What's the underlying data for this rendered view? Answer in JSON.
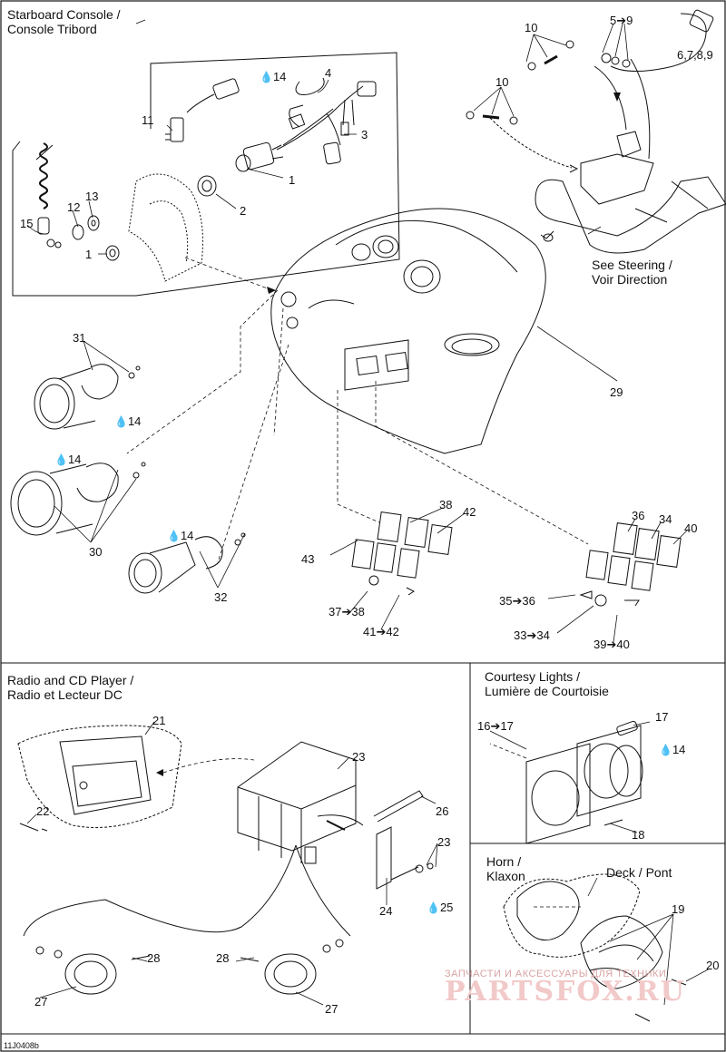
{
  "sections": {
    "starboard_console": "Starboard Console /",
    "starboard_console_fr": "Console Tribord",
    "see_steering": "See  Steering /",
    "see_steering_fr": "Voir Direction",
    "radio": "Radio and CD Player /",
    "radio_fr": "Radio et Lecteur DC",
    "courtesy": "Courtesy Lights /",
    "courtesy_fr": "Lumière de Courtoisie",
    "horn": "Horn /",
    "horn_fr": "Klaxon",
    "deck": "Deck / Pont"
  },
  "callouts": {
    "c14a": "14",
    "c4": "4",
    "c11": "11",
    "c3": "3",
    "c1a": "1",
    "c2": "2",
    "c15": "15",
    "c12": "12",
    "c13": "13",
    "c1b": "1",
    "c10a": "10",
    "c59": "5➔9",
    "c6789": "6,7,8,9",
    "c10b": "10",
    "c31": "31",
    "c14b": "14",
    "c14c": "14",
    "c30": "30",
    "c14d": "14",
    "c32": "32",
    "c29": "29",
    "c38": "38",
    "c42": "42",
    "c43": "43",
    "c3738": "37➔38",
    "c4142": "41➔42",
    "c36": "36",
    "c34": "34",
    "c40": "40",
    "c3536": "35➔36",
    "c3334": "33➔34",
    "c3940": "39➔40",
    "c21": "21",
    "c22": "22",
    "c23a": "23",
    "c26": "26",
    "c23b": "23",
    "c24": "24",
    "c25": "25",
    "c28a": "28",
    "c27a": "27",
    "c28b": "28",
    "c27b": "27",
    "c1617": "16➔17",
    "c17": "17",
    "c14e": "14",
    "c18": "18",
    "c19": "19",
    "c20": "20"
  },
  "icons": {
    "drop": "drop-icon"
  },
  "watermark": {
    "line1": "ЗАПЧАСТИ И АКСЕССУАРЫ ДЛЯ ТЕХНИКИ",
    "brand": "PARTSFOX.RU",
    "color": "#e8a0a0"
  },
  "doc_id": "11J0408b"
}
